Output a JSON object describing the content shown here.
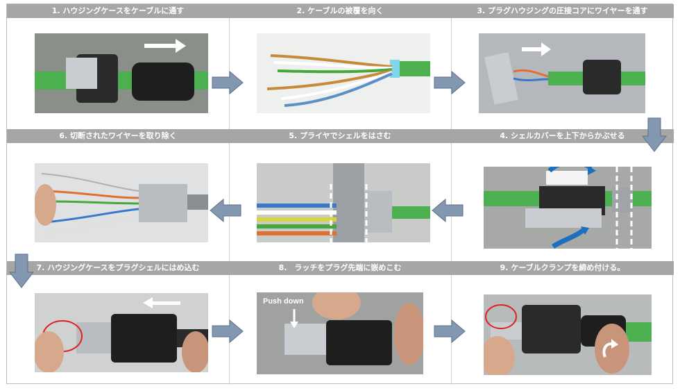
{
  "steps": [
    {
      "label": "1. ハウジングケースをケーブルに通す"
    },
    {
      "label": "2. ケーブルの被覆を向く"
    },
    {
      "label": "3. プラグハウジングの圧接コアにワイヤーを通す"
    },
    {
      "label": "4. シェルカバーを上下からかぶせる"
    },
    {
      "label": "5. プライヤでシェルをはさむ"
    },
    {
      "label": "6. 切断されたワイヤーを取り除く"
    },
    {
      "label": "7. ハウジングケースをプラグシェルにはめ込む"
    },
    {
      "label": "8.　ラッチをプラグ先端に嵌めこむ"
    },
    {
      "label": "9. ケーブルクランプを締め付ける。"
    }
  ],
  "annotations": {
    "push_down": "Push down"
  },
  "colors": {
    "header_bg": "#a6a6a6",
    "arrow_fill": "#8497b0",
    "arrow_stroke": "#5b6f8c",
    "cable_green": "#4caf50"
  }
}
